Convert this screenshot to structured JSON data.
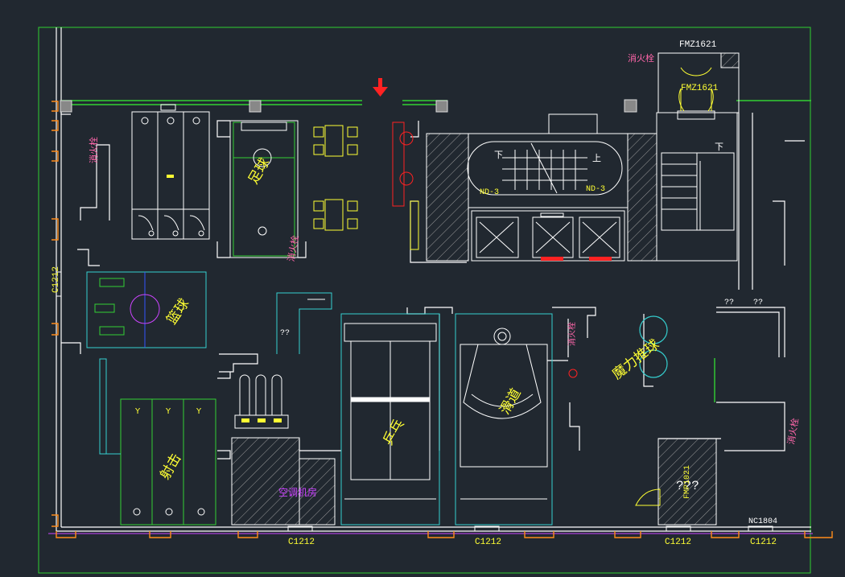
{
  "app": {
    "background": "#212830"
  },
  "colors": {
    "wall": "#ffffff",
    "room_outline": "#35d0d0",
    "green": "#33d033",
    "yellow": "#ffff33",
    "pink": "#ff66aa",
    "red": "#ff2222",
    "orange": "#ff8c1a",
    "magenta": "#cc44ff",
    "hatch": "#aaaaaa",
    "frame": "#2fd12f",
    "blue": "#3355ff"
  },
  "rooms": {
    "football": "足球",
    "basketball": "篮球",
    "archery": "射击",
    "table_tennis": "乒乓",
    "bowling": "滑道",
    "pusher": "魔力推球",
    "ac_room": "空调机房",
    "unknown_room": "???"
  },
  "labels": {
    "hydrant": "消火栓",
    "fire_door_a": "FMZ1621",
    "fire_door_b": "FMZ1621",
    "fire_door_c": "FMP1021",
    "nd3_left": "ND-3",
    "nd3_right": "ND-3",
    "stair_up": "上",
    "stair_down": "下",
    "room_q1": "??",
    "room_q2": "??",
    "room_q3": "??",
    "window_code": "C1212",
    "nc_code": "NC1804",
    "up_small": "上",
    "down_small": "下"
  },
  "windows": [
    "C1212",
    "C1212",
    "C1212",
    "C1212",
    "C1212"
  ]
}
